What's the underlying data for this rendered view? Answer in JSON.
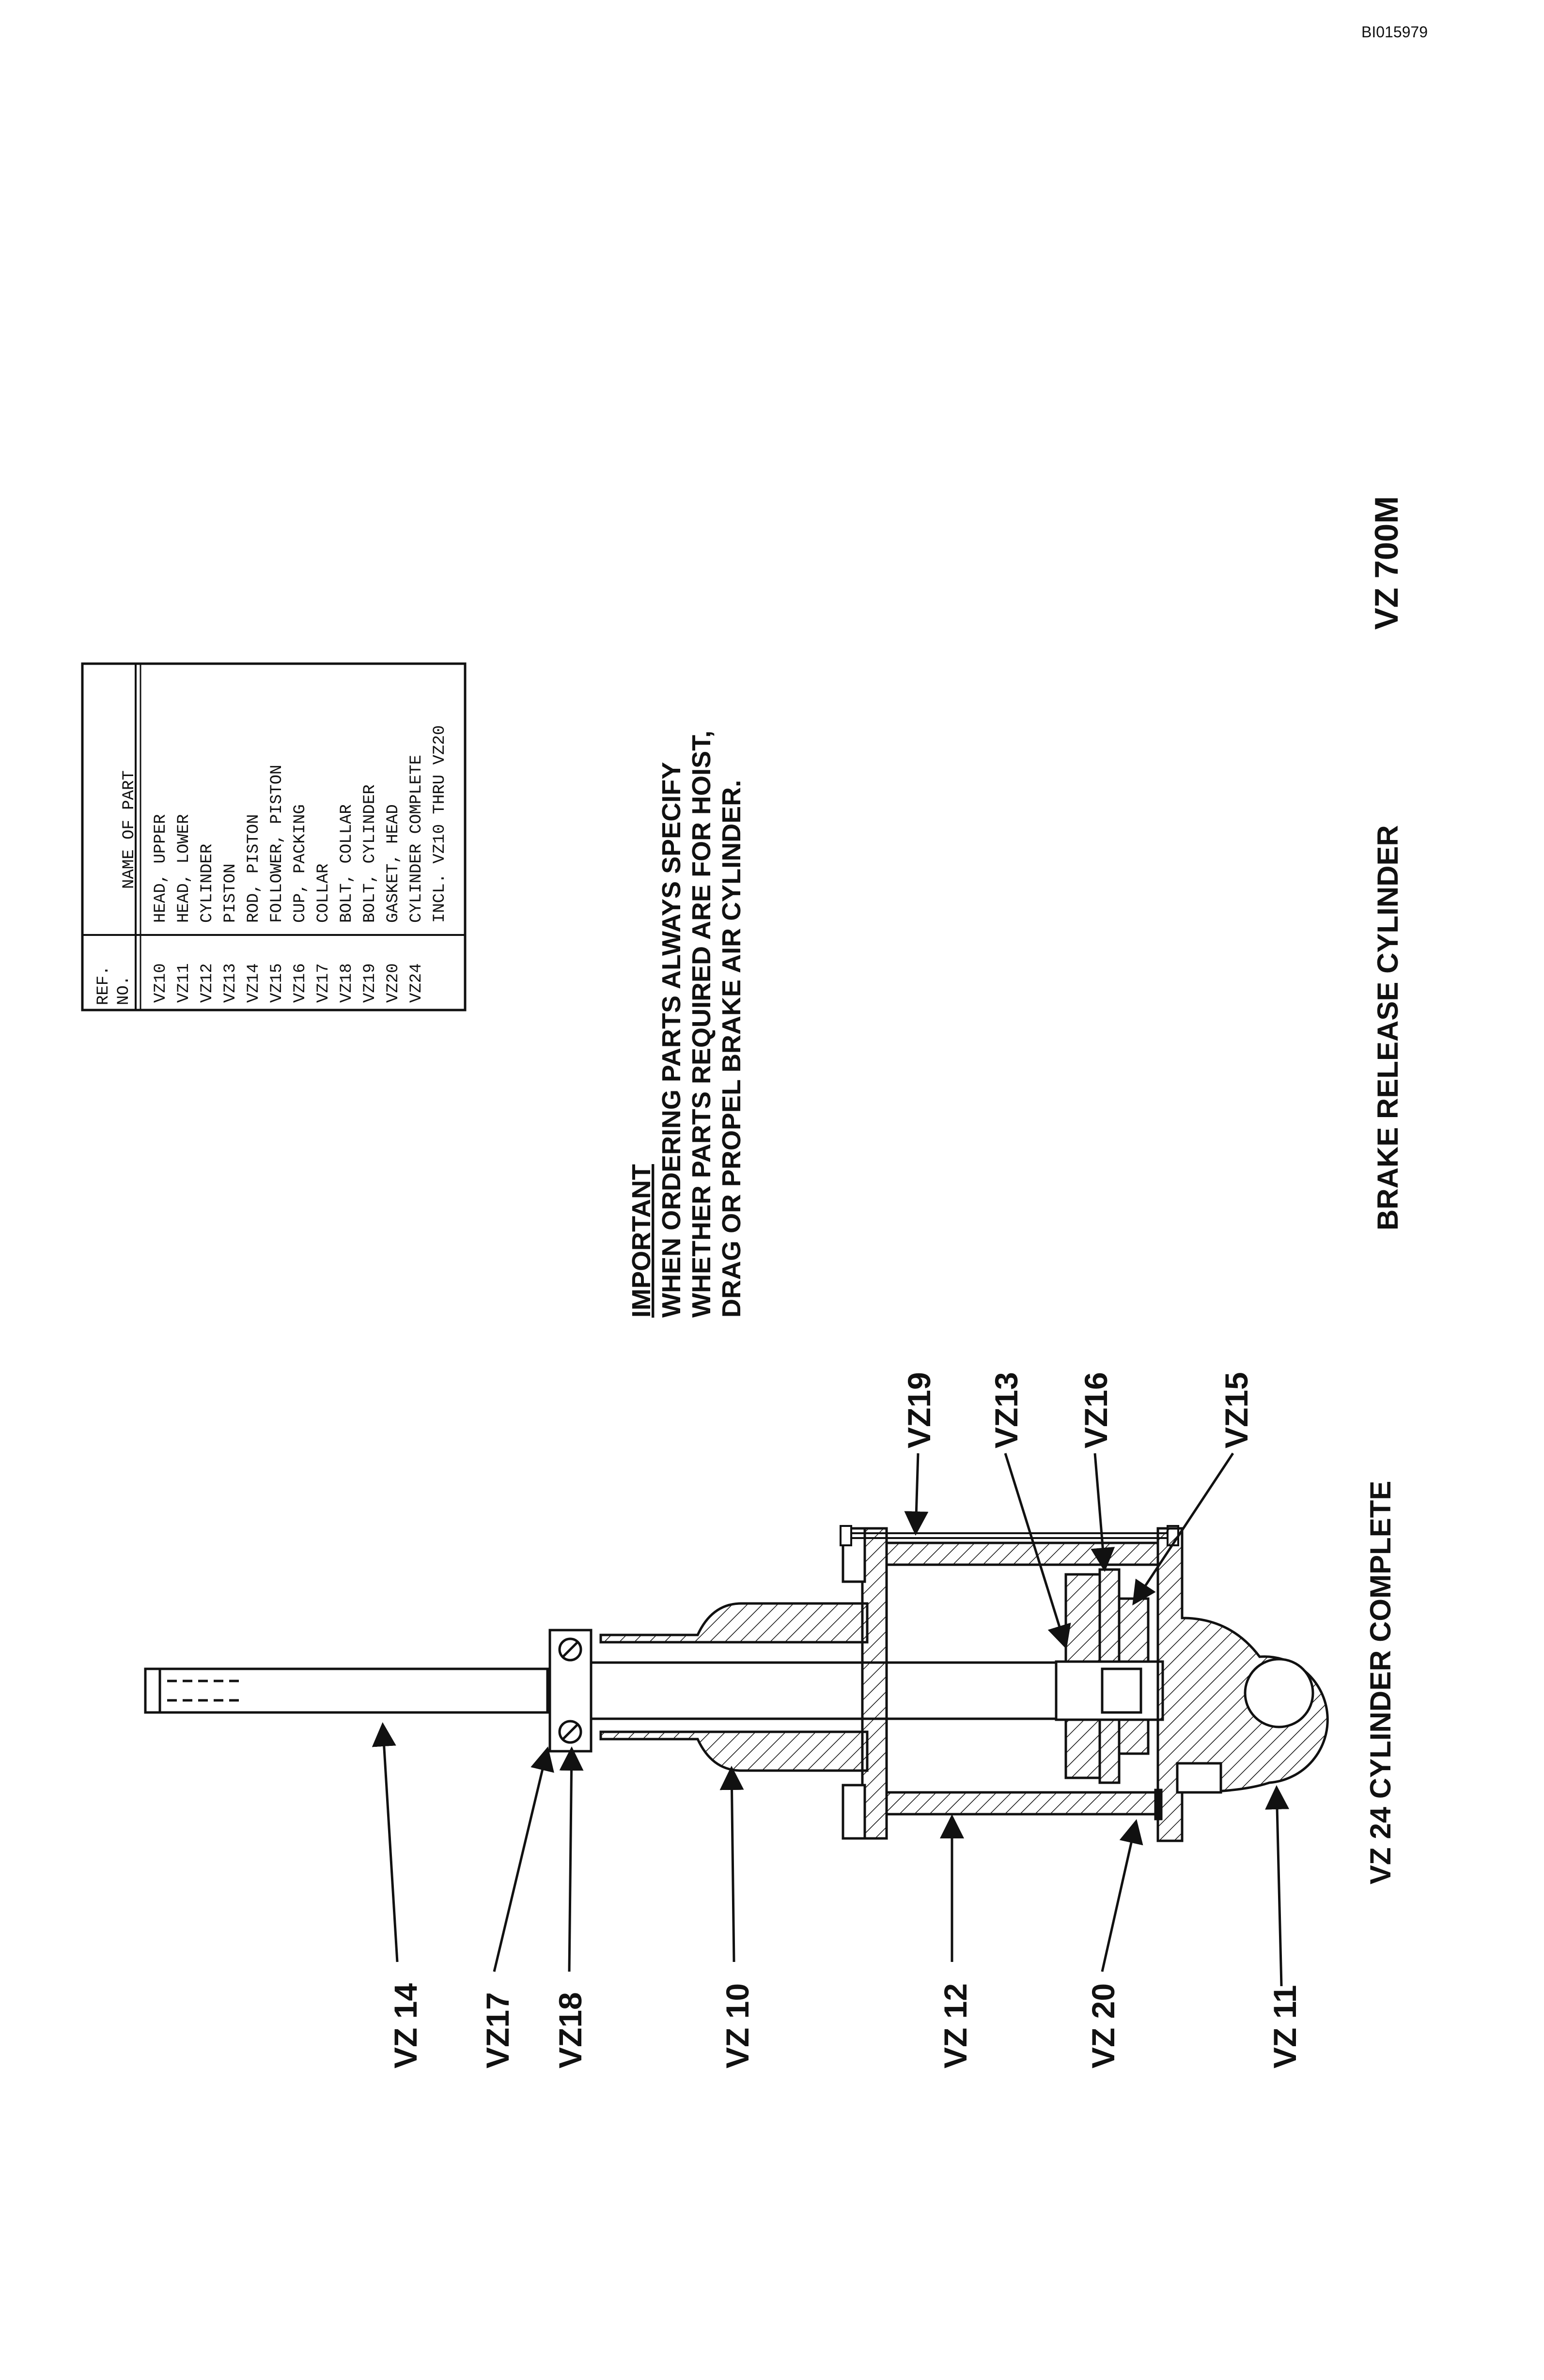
{
  "document_id": "BI015979",
  "parts_table": {
    "header_ref_line1": "REF.",
    "header_ref_line2": "NO.",
    "header_name": "NAME OF PART",
    "rows": [
      {
        "ref": "VZ10",
        "name": "HEAD, UPPER"
      },
      {
        "ref": "VZ11",
        "name": "HEAD, LOWER"
      },
      {
        "ref": "VZ12",
        "name": "CYLINDER"
      },
      {
        "ref": "VZ13",
        "name": "PISTON"
      },
      {
        "ref": "VZ14",
        "name": "ROD, PISTON"
      },
      {
        "ref": "VZ15",
        "name": "FOLLOWER, PISTON"
      },
      {
        "ref": "VZ16",
        "name": "CUP, PACKING"
      },
      {
        "ref": "VZ17",
        "name": "COLLAR"
      },
      {
        "ref": "VZ18",
        "name": "BOLT, COLLAR"
      },
      {
        "ref": "VZ19",
        "name": "BOLT, CYLINDER"
      },
      {
        "ref": "VZ20",
        "name": "GASKET, HEAD"
      },
      {
        "ref": "VZ24",
        "name": "CYLINDER COMPLETE"
      }
    ],
    "note_line": "INCL. VZ10 THRU VZ20"
  },
  "important_note": {
    "heading": "IMPORTANT",
    "line1": "WHEN ORDERING PARTS ALWAYS SPECIFY",
    "line2": "WHETHER PARTS REQUIRED ARE FOR HOIST,",
    "line3": "DRAG OR PROPEL BRAKE AIR CYLINDER."
  },
  "title": "BRAKE RELEASE CYLINDER",
  "model": "VZ 700M",
  "drawing_caption": "VZ 24 CYLINDER COMPLETE",
  "callouts": {
    "vz14": "VZ 14",
    "vz17": "VZ17",
    "vz18": "VZ18",
    "vz10": "VZ 10",
    "vz12": "VZ 12",
    "vz20": "VZ 20",
    "vz11": "VZ 11",
    "vz19": "VZ19",
    "vz13": "VZ13",
    "vz16": "VZ16",
    "vz15": "VZ15"
  }
}
